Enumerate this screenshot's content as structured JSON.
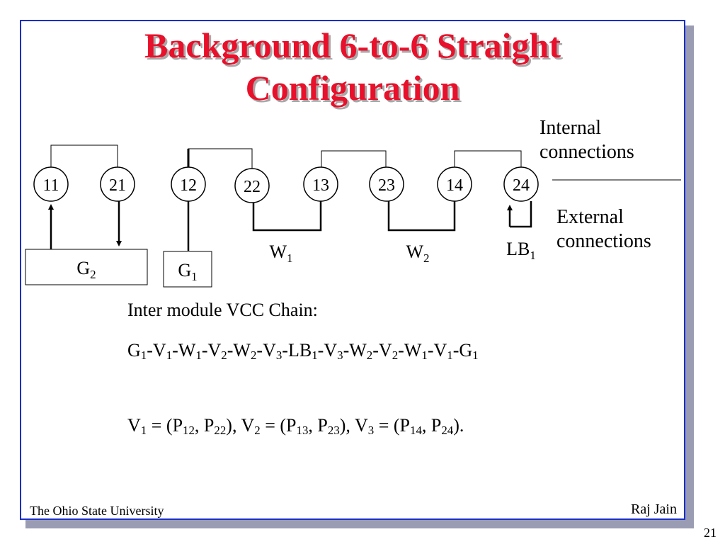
{
  "title": {
    "line1": "Background 6-to-6 Straight",
    "line2": "Configuration"
  },
  "annotations": {
    "internal": [
      "Internal",
      "connections"
    ],
    "external": [
      "External",
      "connections"
    ]
  },
  "diagram": {
    "nodes": [
      "11",
      "21",
      "12",
      "22",
      "13",
      "23",
      "14",
      "24"
    ],
    "generators": [
      {
        "name": "G",
        "sub": "2"
      },
      {
        "name": "G",
        "sub": "1"
      }
    ],
    "links": [
      {
        "name": "W",
        "sub": "1"
      },
      {
        "name": "W",
        "sub": "2"
      },
      {
        "name": "LB",
        "sub": "1"
      }
    ]
  },
  "chain": {
    "heading": "Inter module VCC Chain:",
    "sequence": [
      {
        "t": "G",
        "s": "1"
      },
      {
        "t": "V",
        "s": "1"
      },
      {
        "t": "W",
        "s": "1"
      },
      {
        "t": "V",
        "s": "2"
      },
      {
        "t": "W",
        "s": "2"
      },
      {
        "t": "V",
        "s": "3"
      },
      {
        "t": "LB",
        "s": "1"
      },
      {
        "t": "V",
        "s": "3"
      },
      {
        "t": "W",
        "s": "2"
      },
      {
        "t": "V",
        "s": "2"
      },
      {
        "t": "W",
        "s": "1"
      },
      {
        "t": "V",
        "s": "1"
      },
      {
        "t": "G",
        "s": "1"
      }
    ]
  },
  "definitions": [
    {
      "v": "V",
      "vs": "1",
      "a": "P",
      "as": "12",
      "b": "P",
      "bs": "22"
    },
    {
      "v": "V",
      "vs": "2",
      "a": "P",
      "as": "13",
      "b": "P",
      "bs": "23"
    },
    {
      "v": "V",
      "vs": "3",
      "a": "P",
      "as": "14",
      "b": "P",
      "bs": "24"
    }
  ],
  "footer": {
    "left": "The Ohio State University",
    "right": "Raj Jain",
    "page": "21"
  }
}
